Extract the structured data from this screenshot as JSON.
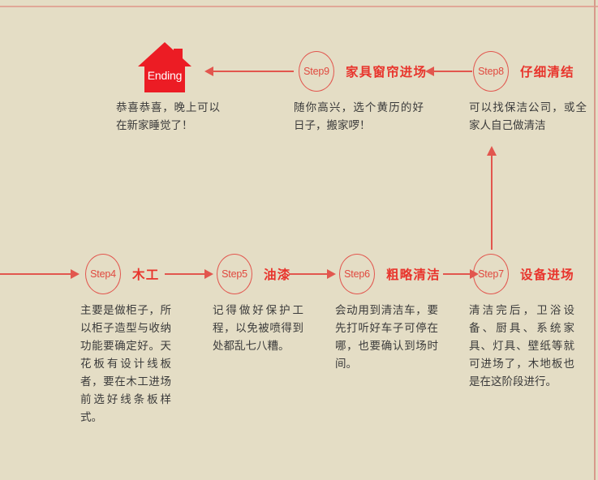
{
  "theme": {
    "background": "#e4ddc5",
    "accent_red": "#e8342c",
    "line_red": "#e2564e",
    "circle_text": "#e0493f",
    "body_text": "#3b3b3b",
    "rule_top": "#e0a898",
    "rule_right": "#d9998c",
    "house_fill": "#ec1c24",
    "house_label_color": "#ffffff"
  },
  "ending": {
    "icon": "house-icon",
    "label": "Ending",
    "description": "恭喜恭喜，晚上可以在新家睡觉了！"
  },
  "steps": [
    {
      "id": "step4",
      "badge": "Step4",
      "heading": "木工",
      "description": "主要是做柜子，所以柜子造型与收纳功能要确定好。天花板有设计线板者，要在木工进场前选好线条板样式。"
    },
    {
      "id": "step5",
      "badge": "Step5",
      "heading": "油漆",
      "description": "记得做好保护工程，以免被喷得到处都乱七八糟。"
    },
    {
      "id": "step6",
      "badge": "Step6",
      "heading": "粗略清洁",
      "description": "会动用到清洁车，要先打听好车子可停在哪，也要确认到场时间。"
    },
    {
      "id": "step7",
      "badge": "Step7",
      "heading": "设备进场",
      "description": "清洁完后，卫浴设备、厨具、系统家具、灯具、壁纸等就可进场了，木地板也是在这阶段进行。"
    },
    {
      "id": "step8",
      "badge": "Step8",
      "heading": "仔细清结",
      "description": "可以找保洁公司，或全家人自己做清洁"
    },
    {
      "id": "step9",
      "badge": "Step9",
      "heading": "家具窗帘进场",
      "description": "随你高兴，选个黄历的好日子，搬家啰！"
    }
  ],
  "connectors": [
    {
      "name": "arrow-into-step4",
      "direction": "right"
    },
    {
      "name": "arrow-step4-to-step5",
      "direction": "right"
    },
    {
      "name": "arrow-step5-to-step6",
      "direction": "right"
    },
    {
      "name": "arrow-step6-to-step7",
      "direction": "right"
    },
    {
      "name": "arrow-step7-to-step8",
      "direction": "up"
    },
    {
      "name": "arrow-step8-to-step9",
      "direction": "left"
    },
    {
      "name": "arrow-step9-to-ending",
      "direction": "left"
    }
  ]
}
